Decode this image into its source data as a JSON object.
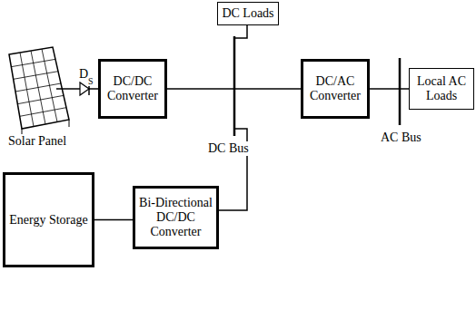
{
  "diagram": {
    "nodes": [
      {
        "text": [
          "DC Loads"
        ]
      },
      {
        "text": [
          "DC/DC Converter"
        ]
      },
      {
        "text": [
          "DC/AC Converter"
        ]
      },
      {
        "text": [
          "Local AC Loads"
        ]
      },
      {
        "text": [
          "Energy Storage"
        ]
      },
      {
        "text": [
          "Bi-Directional DC/DC Converter"
        ]
      }
    ],
    "edges": [
      {
        "from": 1,
        "to": 2,
        "arrow": "none"
      },
      {
        "from": 2,
        "to": 3,
        "arrow": "none"
      },
      {
        "from": 4,
        "to": 5,
        "arrow": "none"
      }
    ],
    "labels": [
      "Solar Panel",
      "D",
      "S",
      "DC Bus",
      "AC Bus"
    ]
  }
}
